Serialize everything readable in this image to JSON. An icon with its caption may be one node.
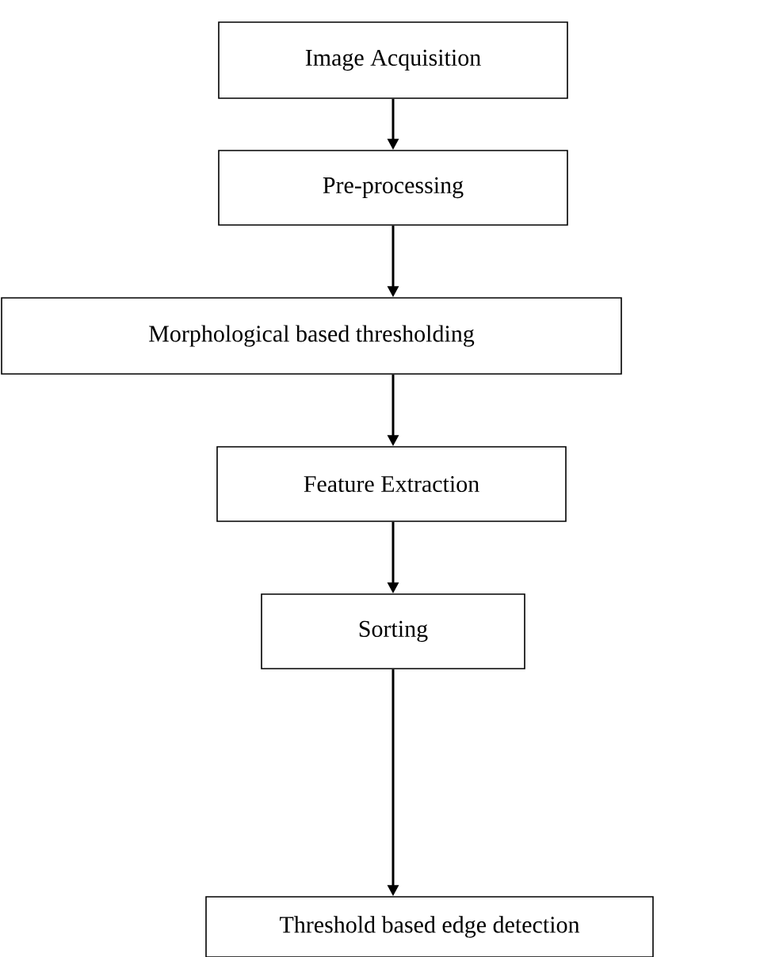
{
  "diagram": {
    "nodes": [
      {
        "text": [
          "Image Acquisition"
        ]
      },
      {
        "text": [
          "Pre-processing"
        ]
      },
      {
        "text": [
          "Morphological based thresholding"
        ]
      },
      {
        "text": [
          "Feature Extraction"
        ]
      },
      {
        "text": [
          "Sorting"
        ]
      },
      {
        "text": [
          "Threshold based edge detection"
        ]
      }
    ],
    "edges": [
      {
        "from": 0,
        "to": 1,
        "arrow": "to"
      },
      {
        "from": 1,
        "to": 2,
        "arrow": "to"
      },
      {
        "from": 2,
        "to": 3,
        "arrow": "to"
      },
      {
        "from": 3,
        "to": 4,
        "arrow": "to"
      },
      {
        "from": 4,
        "to": 5,
        "arrow": "to"
      }
    ]
  }
}
